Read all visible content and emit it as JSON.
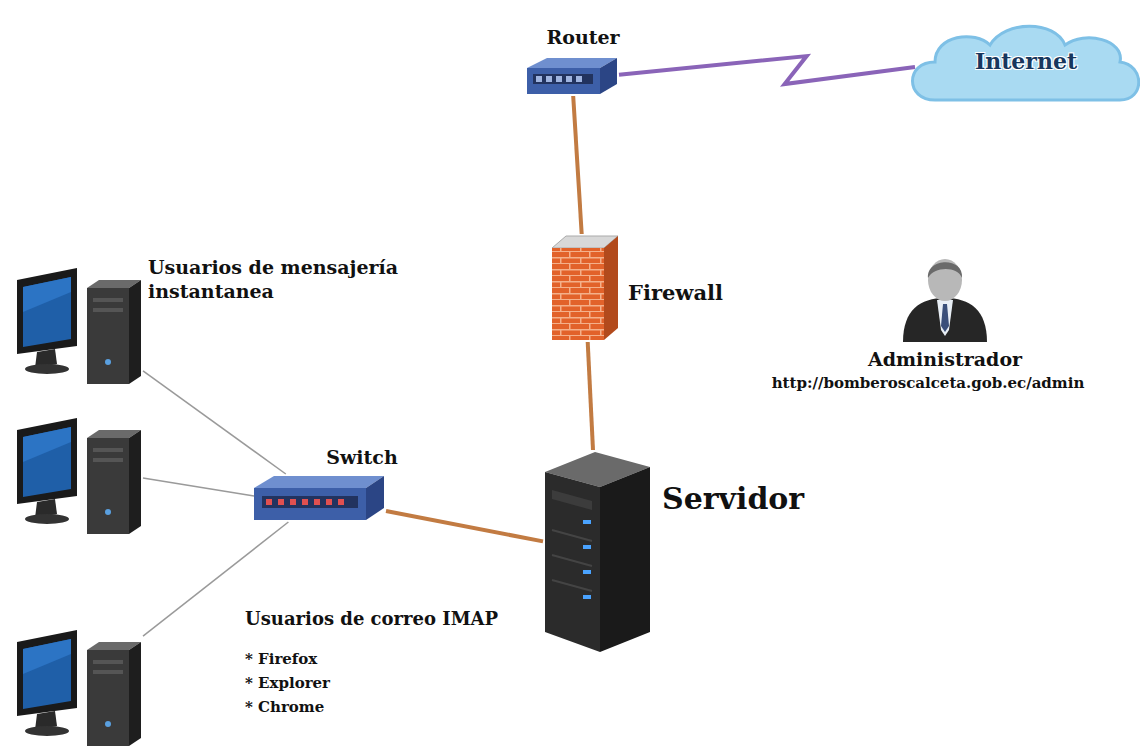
{
  "diagram": {
    "nodes": [
      {
        "text": [
          "Router"
        ]
      },
      {
        "text": [
          "Internet"
        ]
      },
      {
        "text": [
          "Firewall"
        ]
      },
      {
        "text": [
          "Servidor"
        ]
      },
      {
        "text": [
          "Switch"
        ]
      },
      {
        "text": [
          "Usuarios de mensajería instantanea"
        ]
      },
      {
        "text": [
          "Usuarios de correo IMAP",
          "* Firefox",
          "* Explorer",
          "* Chrome"
        ]
      },
      {
        "text": [
          "Administrador",
          "http://bomberoscalceta.gob.ec/admin"
        ]
      }
    ],
    "edges": [
      {
        "from": 0,
        "to": 1,
        "arrow": "none"
      },
      {
        "from": 0,
        "to": 2,
        "arrow": "none"
      },
      {
        "from": 2,
        "to": 3,
        "arrow": "none"
      },
      {
        "from": 4,
        "to": 3,
        "arrow": "none"
      },
      {
        "from": 4,
        "to": 5,
        "arrow": "none"
      },
      {
        "from": 4,
        "to": 6,
        "arrow": "none"
      }
    ]
  }
}
